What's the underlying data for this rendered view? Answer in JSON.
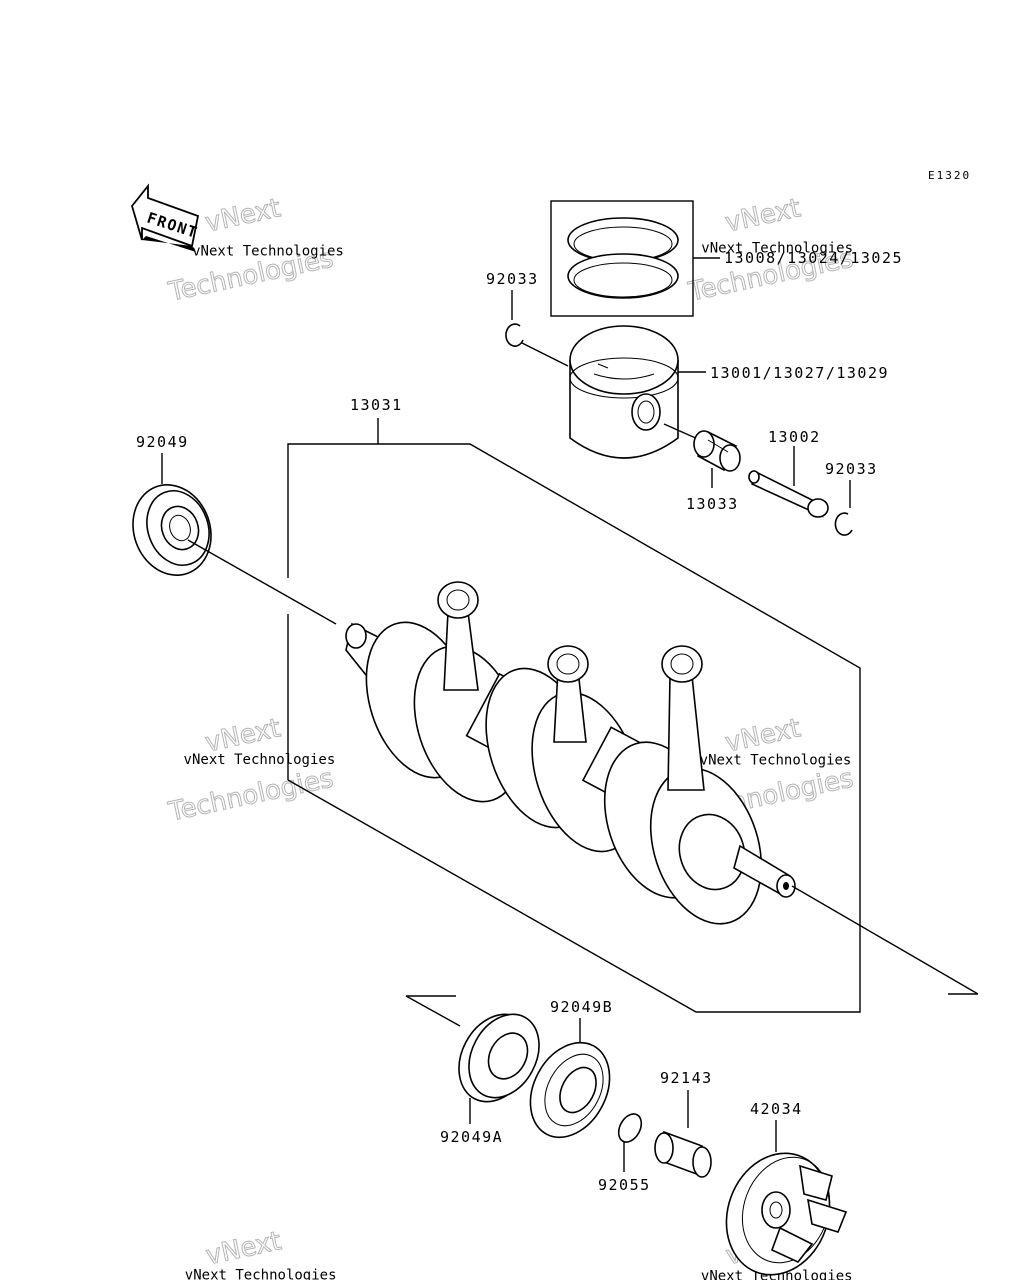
{
  "diagram_code": "E1320",
  "front_label": "FRONT",
  "watermark": {
    "line1": "vNext",
    "line2": "Technologies",
    "line3": "vNext Technologies"
  },
  "parts": {
    "p_92033_top": "92033",
    "p_ring_set": "13008/13024/13025",
    "p_piston": "13001/13027/13029",
    "p_13031": "13031",
    "p_92049": "92049",
    "p_13002": "13002",
    "p_92033_right": "92033",
    "p_13033": "13033",
    "p_92049B": "92049B",
    "p_92143": "92143",
    "p_42034": "42034",
    "p_92049A": "92049A",
    "p_92055": "92055"
  }
}
